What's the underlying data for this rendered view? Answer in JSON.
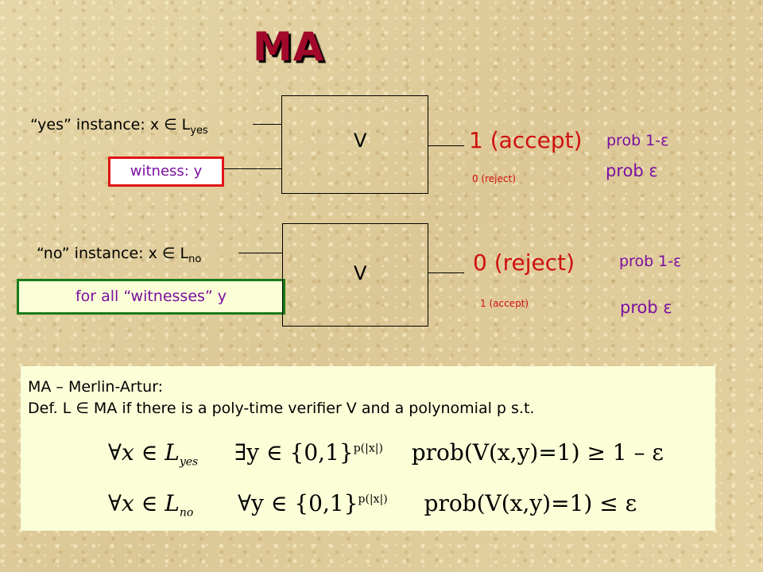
{
  "title": "MA",
  "yes_panel": {
    "instance_label": "“yes” instance: x ∈ L",
    "instance_sub": "yes",
    "witness_label": "witness: y",
    "verifier": "V",
    "main_output": "1 (accept)",
    "minor_output": "0 (reject)",
    "prob_main": "prob 1-ε",
    "prob_minor": "prob ε"
  },
  "no_panel": {
    "instance_label": "“no” instance: x ∈ L",
    "instance_sub": "no",
    "witness_label": "for all “witnesses” y",
    "verifier": "V",
    "main_output": "0 (reject)",
    "minor_output": "1 (accept)",
    "prob_main": "prob 1-ε",
    "prob_minor": "prob ε"
  },
  "definition": {
    "heading": "MA – Merlin-Artur:",
    "text": "Def.  L ∈ MA if there is a poly-time verifier V and a polynomial p s.t.",
    "formula1": {
      "forall": "∀x ∈ L",
      "forall_sub": "yes",
      "exists": "∃y ∈ {0,1}",
      "exp": "p(|x|)",
      "prob": "prob(V(x,y)=1) ≥ 1 – ε"
    },
    "formula2": {
      "forall": "∀x ∈ L",
      "forall_sub": "no",
      "exists": "∀y ∈ {0,1}",
      "exp": "p(|x|)",
      "prob": "prob(V(x,y)=1) ≤ ε"
    }
  },
  "colors": {
    "title": "#a1082a",
    "accent_red": "#d01010",
    "accent_purple": "#7b0fa0",
    "witness_border": "#e01515",
    "forall_border": "#1a7a1a",
    "def_background": "#fbffd8"
  }
}
